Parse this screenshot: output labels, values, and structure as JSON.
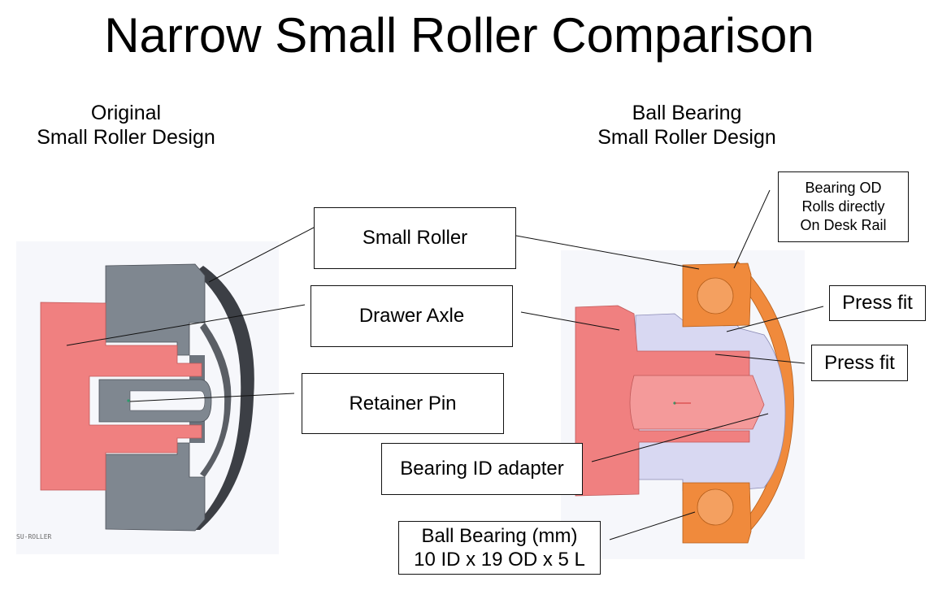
{
  "title": "Narrow Small Roller Comparison",
  "left_design": {
    "line1": "Original",
    "line2": "Small Roller Design",
    "model_tag": "SU-ROLLER"
  },
  "right_design": {
    "line1": "Ball Bearing",
    "line2": "Small Roller Design"
  },
  "callouts": {
    "small_roller": "Small Roller",
    "drawer_axle": "Drawer Axle",
    "retainer_pin": "Retainer Pin",
    "bearing_id_adapter": "Bearing ID adapter",
    "ball_bearing": {
      "line1": "Ball Bearing (mm)",
      "line2": "10 ID x 19 OD x 5 L"
    },
    "bearing_od": {
      "line1": "Bearing OD",
      "line2": "Rolls directly",
      "line3": "On Desk Rail"
    },
    "press_fit_outer": "Press fit",
    "press_fit_inner": "Press fit"
  },
  "colors": {
    "axle_red": "#f08080",
    "roller_gray": "#7f8790",
    "roller_dark": "#3c3f45",
    "bearing_orange": "#f08a3c",
    "adapter_lavender": "#d8d8f2",
    "background_panel": "#f6f7fb"
  }
}
